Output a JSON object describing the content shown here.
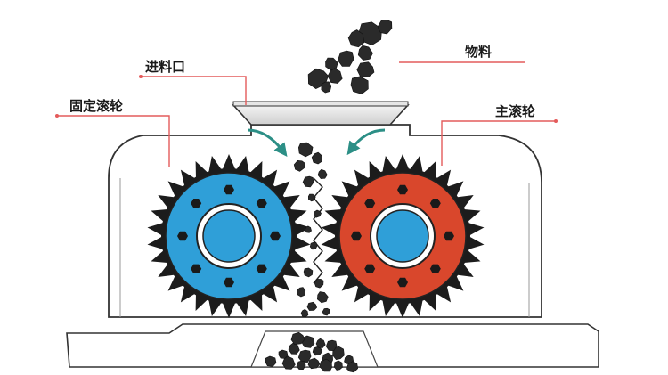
{
  "labels": {
    "inlet": "进料口",
    "material": "物料",
    "fixed_roller": "固定滚轮",
    "main_roller": "主滚轮"
  },
  "colors": {
    "fixed_roller": "#2f9fd8",
    "main_roller": "#d9472c",
    "hub_blue": "#2f9fd8",
    "teeth": "#1c1c1c",
    "leader_line": "#e45b5b",
    "flow_arrow": "#2c8f86",
    "material": "#2a2a2a",
    "outline": "#333333"
  },
  "icons": {
    "flow_arrows": "curved-arrow-icon",
    "material_pieces": "coal-lump-icon",
    "bolts": "hex-bolt-icon"
  }
}
